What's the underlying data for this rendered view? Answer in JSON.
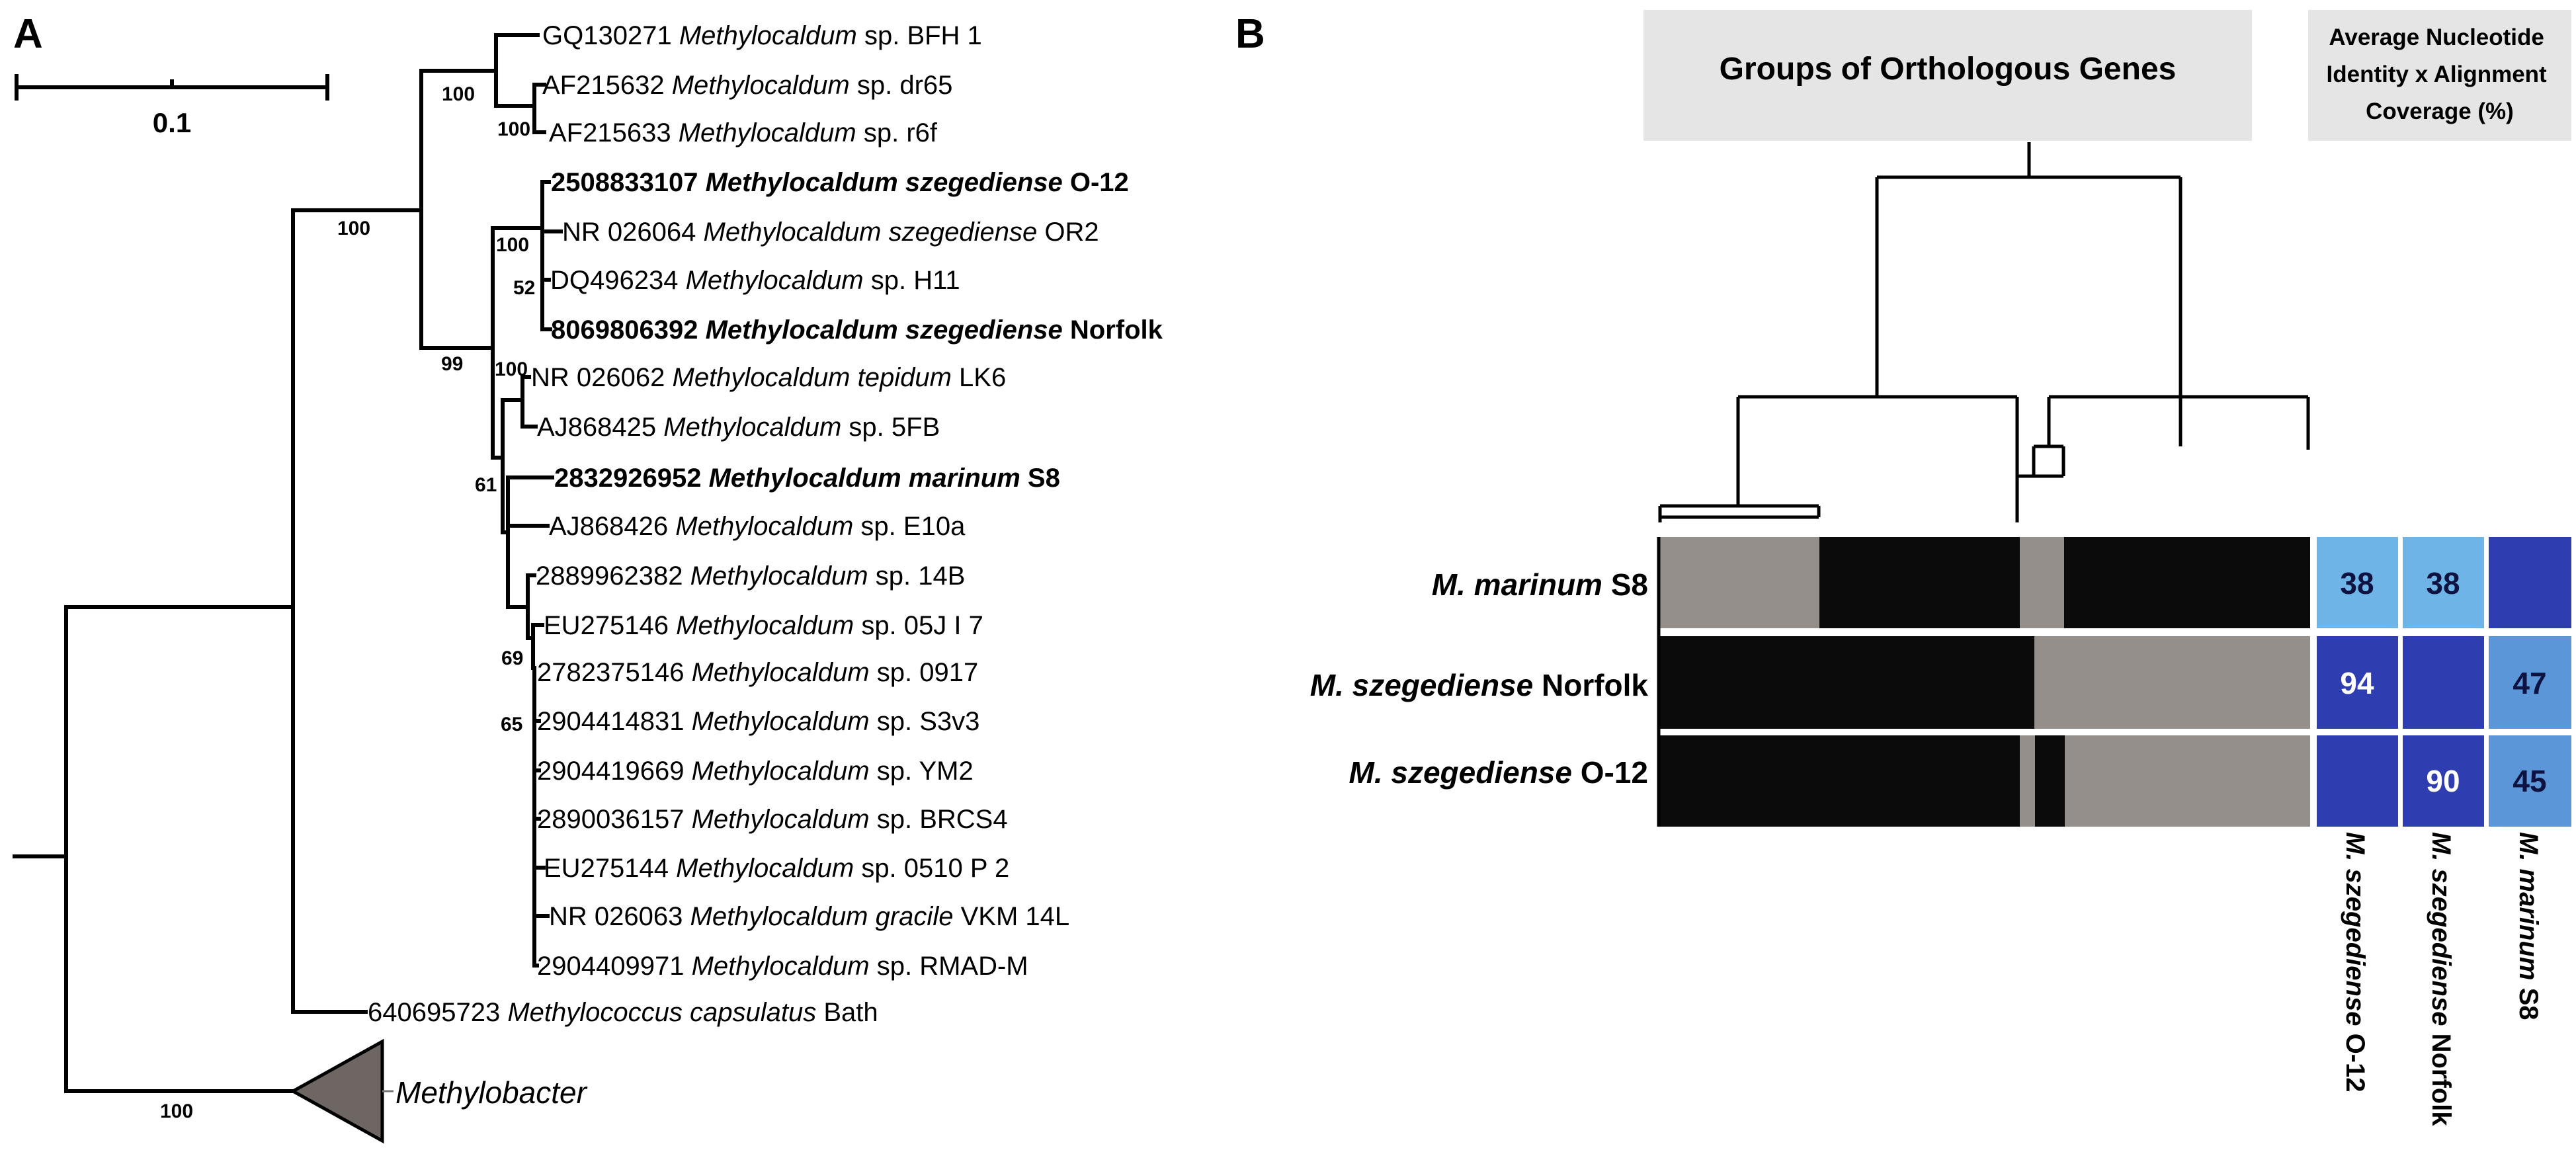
{
  "panel_a": {
    "letter": "A",
    "scale_label": "0.1",
    "taxa": [
      {
        "id": "GQ130271",
        "genus": "Methylocaldum",
        "species": "sp. BFH 1",
        "strain": "",
        "bold": false
      },
      {
        "id": "AF215632",
        "genus": "Methylocaldum",
        "species": "sp. dr65",
        "strain": "",
        "bold": false
      },
      {
        "id": "AF215633",
        "genus": "Methylocaldum",
        "species": "sp. r6f",
        "strain": "",
        "bold": false
      },
      {
        "id": "2508833107",
        "genus": "Methylocaldum szegediense",
        "species": "",
        "strain": "O-12",
        "bold": true
      },
      {
        "id": "NR 026064",
        "genus": "Methylocaldum szegediense",
        "species": "",
        "strain": "OR2",
        "bold": false
      },
      {
        "id": "DQ496234",
        "genus": "Methylocaldum",
        "species": "sp. H11",
        "strain": "",
        "bold": false
      },
      {
        "id": "8069806392",
        "genus": "Methylocaldum szegediense",
        "species": "",
        "strain": "Norfolk",
        "bold": true
      },
      {
        "id": "NR 026062",
        "genus": "Methylocaldum tepidum",
        "species": "",
        "strain": "LK6",
        "bold": false
      },
      {
        "id": "AJ868425",
        "genus": "Methylocaldum",
        "species": "sp. 5FB",
        "strain": "",
        "bold": false
      },
      {
        "id": "2832926952",
        "genus": "Methylocaldum marinum",
        "species": "",
        "strain": "S8",
        "bold": true
      },
      {
        "id": "AJ868426",
        "genus": "Methylocaldum",
        "species": "sp. E10a",
        "strain": "",
        "bold": false
      },
      {
        "id": "2889962382",
        "genus": "Methylocaldum",
        "species": "sp. 14B",
        "strain": "",
        "bold": false
      },
      {
        "id": "EU275146",
        "genus": "Methylocaldum",
        "species": "sp. 05J I 7",
        "strain": "",
        "bold": false
      },
      {
        "id": "2782375146",
        "genus": "Methylocaldum",
        "species": "sp. 0917",
        "strain": "",
        "bold": false
      },
      {
        "id": "2904414831",
        "genus": "Methylocaldum",
        "species": "sp. S3v3",
        "strain": "",
        "bold": false
      },
      {
        "id": "2904419669",
        "genus": "Methylocaldum",
        "species": "sp. YM2",
        "strain": "",
        "bold": false
      },
      {
        "id": "2890036157",
        "genus": "Methylocaldum",
        "species": "sp. BRCS4",
        "strain": "",
        "bold": false
      },
      {
        "id": "EU275144",
        "genus": "Methylocaldum",
        "species": "sp. 0510 P 2",
        "strain": "",
        "bold": false
      },
      {
        "id": "NR 026063",
        "genus": "Methylocaldum gracile",
        "species": "",
        "strain": "VKM 14L",
        "bold": false
      },
      {
        "id": "2904409971",
        "genus": "Methylocaldum",
        "species": "sp. RMAD-M",
        "strain": "",
        "bold": false
      },
      {
        "id": "640695723",
        "genus": "Methylococcus capsulatus",
        "species": "",
        "strain": "Bath",
        "bold": false
      }
    ],
    "outgroup_label": "Methylobacter",
    "bootstrap": [
      "100",
      "100",
      "100",
      "100",
      "52",
      "99",
      "100",
      "61",
      "69",
      "65",
      "100"
    ]
  },
  "panel_b": {
    "letter": "B",
    "og_header": "Groups of Orthologous Genes",
    "ani_header": [
      "Average Nucleotide",
      "Identity x Alignment",
      "Coverage (%)"
    ],
    "row_labels": [
      {
        "italic": "M. marinum",
        "plain": "S8"
      },
      {
        "italic": "M. szegediense",
        "plain": "Norfolk"
      },
      {
        "italic": "M. szegediense",
        "plain": "O-12"
      }
    ],
    "col_labels": [
      {
        "italic": "M. szegediense",
        "plain": "O-12"
      },
      {
        "italic": "M. szegediense",
        "plain": "Norfolk"
      },
      {
        "italic": "M. marinum",
        "plain": "S8"
      }
    ],
    "ani_matrix": [
      [
        "38",
        "38",
        ""
      ],
      [
        "94",
        "",
        "47"
      ],
      [
        "",
        "90",
        "45"
      ]
    ],
    "ani_colors": [
      [
        "#6fb4e6",
        "#6fb4e6",
        "#2e3eb0"
      ],
      [
        "#2e3eb0",
        "#2e3eb0",
        "#5b97d8"
      ],
      [
        "#2e3eb0",
        "#2e3eb0",
        "#5b97d8"
      ]
    ],
    "og_presence": [
      [
        "absent",
        "present",
        "absent",
        "present"
      ],
      [
        "present",
        "present",
        "absent",
        "absent"
      ],
      [
        "present",
        "absent",
        "present",
        "absent"
      ]
    ],
    "colors": {
      "present": "#0b0b0b",
      "absent": "#948f8b",
      "header_bg": "#e5e5e5"
    }
  }
}
